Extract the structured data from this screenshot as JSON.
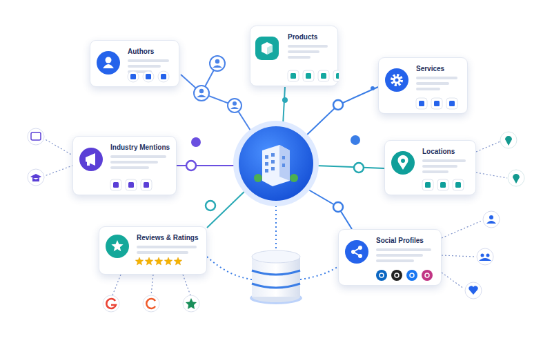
{
  "diagram": {
    "nodes": [
      {
        "text": [
          "Authors"
        ]
      },
      {
        "text": [
          "Products"
        ]
      },
      {
        "text": [
          "Services"
        ]
      },
      {
        "text": [
          "Industry Mentions"
        ]
      },
      {
        "text": [
          "Locations"
        ]
      },
      {
        "text": [
          "Reviews & Ratings"
        ]
      },
      {
        "text": [
          "Social Profiles"
        ]
      }
    ]
  }
}
